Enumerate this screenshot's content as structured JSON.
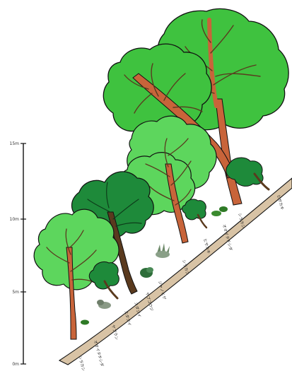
{
  "scale": {
    "ticks": [
      "15m",
      "10m",
      "5m",
      "0m"
    ]
  },
  "species_labels": [
    "シラカシ",
    "オオイタチシダ",
    "ヤブラン",
    "スダジイ",
    "スダジイ",
    "ヤブコウジ",
    "ジャノヒゲ",
    "シラカシ",
    "ヒサカキ",
    "オオイタチシダ",
    "シラカシ",
    "ヒサカキ"
  ],
  "colors": {
    "canopy_bright": "#3fc23f",
    "canopy_light": "#5dd65d",
    "canopy_dark": "#1e8a3a",
    "trunk": "#c8643a",
    "trunk_dark": "#5a3a1e",
    "ground": "#d8c3a5",
    "outline": "#111111"
  },
  "icons": [
    "scale-bar-icon",
    "tree-icon",
    "shrub-icon",
    "fern-icon",
    "grass-icon"
  ]
}
